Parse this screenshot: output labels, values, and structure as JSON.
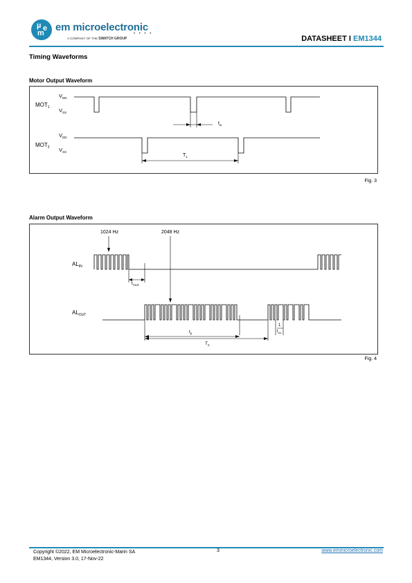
{
  "header": {
    "logo_letters": [
      "µ",
      "e",
      "m"
    ],
    "brand": "em microelectronic",
    "tagline_prefix": "A COMPANY OF THE",
    "tagline_group": "SWATCH GROUP",
    "doc_type": "DATASHEET I",
    "product": "EM1344",
    "accent_color": "#1f8ab5"
  },
  "section_title": "Timing Waveforms",
  "fig3": {
    "title": "Motor Output Waveform",
    "mot1": "MOT",
    "mot1_sub": "1",
    "mot2": "MOT",
    "mot2_sub": "2",
    "vdd": "V",
    "vdd_sub": "DD",
    "vss": "V",
    "vss_sub": "SS",
    "tw": "t",
    "tw_sub": "w",
    "t1": "T",
    "t1_sub": "1",
    "caption": "Fig. 3"
  },
  "fig4": {
    "title": "Alarm Output Waveform",
    "freq1": "1024 Hz",
    "freq2": "2048 Hz",
    "al_in": "AL",
    "al_in_sub": "IN",
    "al_out": "AL",
    "al_out_sub": "OUT",
    "tald": "t",
    "tald_sub": "ALD",
    "tp": "t",
    "tp_sub": "p",
    "t2": "T",
    "t2_sub": "2",
    "ta1_num": "1",
    "ta1": "t",
    "ta1_sub": "A1",
    "caption": "Fig. 4"
  },
  "footer": {
    "copyright": "Copyright ©2022, EM Microelectronic-Marin SA",
    "version": "EM1344, Version 3.0, 17-Nov-22",
    "page": "3",
    "url": "www.emmicroelectronic.com"
  }
}
